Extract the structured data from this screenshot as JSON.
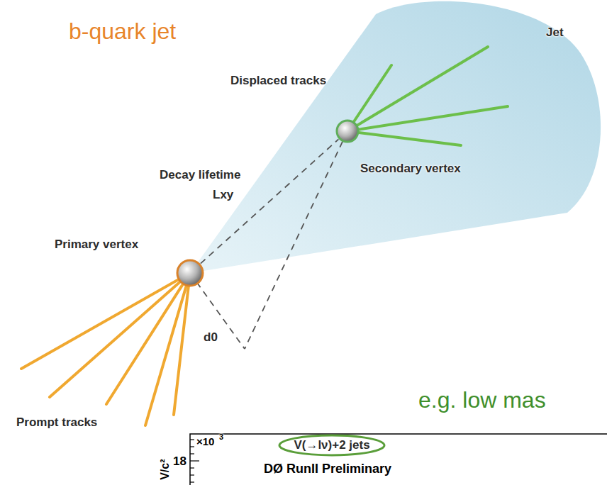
{
  "diagram": {
    "title": "b-quark jet",
    "nodes": [
      {
        "text": [
          "Primary vertex"
        ]
      },
      {
        "text": [
          "Secondary vertex"
        ]
      },
      {
        "text": [
          "V(→lν)+2 jets"
        ]
      }
    ],
    "edges": [
      {
        "from": 0,
        "to": 1,
        "arrow": "none"
      }
    ],
    "labels": [
      "Jet",
      "Displaced tracks",
      "Decay lifetime",
      "Lxy",
      "d0",
      "Prompt tracks",
      "e.g. low mas",
      "×10",
      "3",
      "18",
      "V/c²",
      "DØ RunII Preliminary"
    ]
  }
}
